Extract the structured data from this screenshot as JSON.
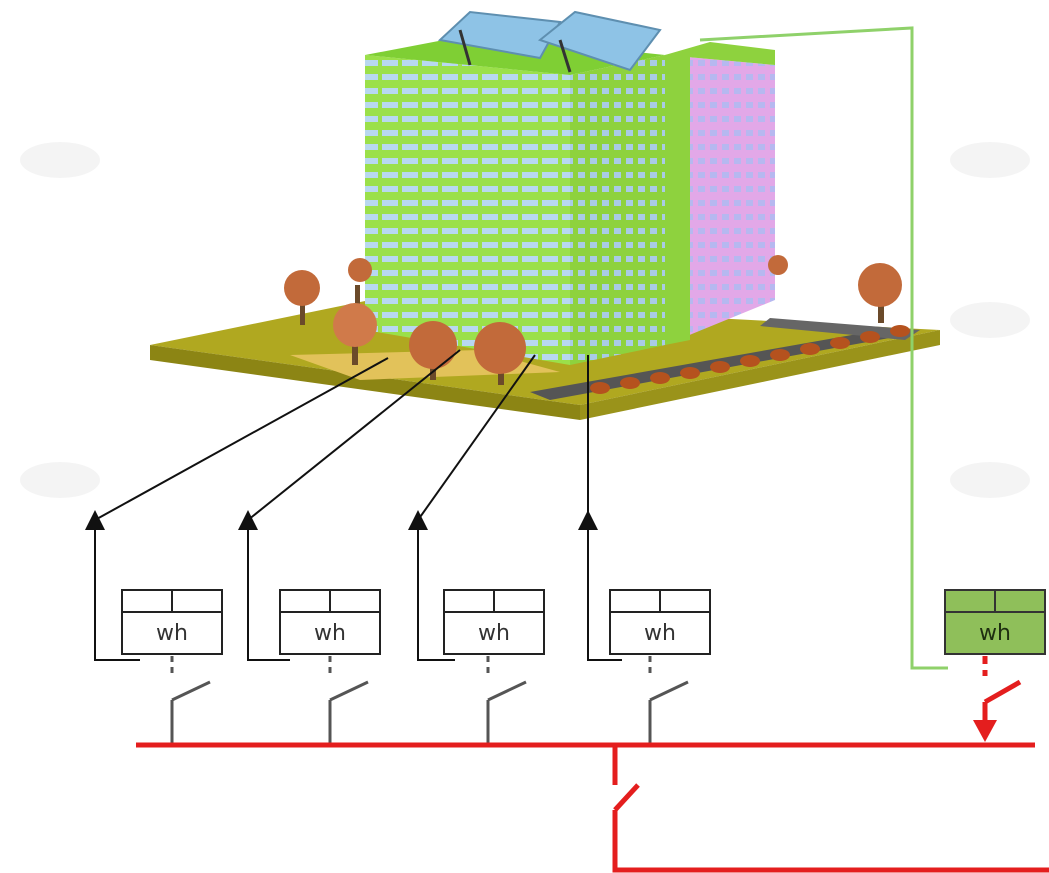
{
  "meters": [
    {
      "id": "meter-1",
      "label": "wh"
    },
    {
      "id": "meter-2",
      "label": "wh"
    },
    {
      "id": "meter-3",
      "label": "wh"
    },
    {
      "id": "meter-4",
      "label": "wh"
    }
  ],
  "main_meter": {
    "label": "wh"
  },
  "colors": {
    "building_green": "#9be04a",
    "building_pink": "#e2a8e8",
    "window_blue": "#b8d8f0",
    "solar_panel": "#8ec3e6",
    "ground_olive": "#b0a820",
    "tree_orange": "#c26a3a",
    "busbar_red": "#e41e1e",
    "main_meter_fill": "#8fbf5a",
    "green_wire": "#8fd16a"
  }
}
